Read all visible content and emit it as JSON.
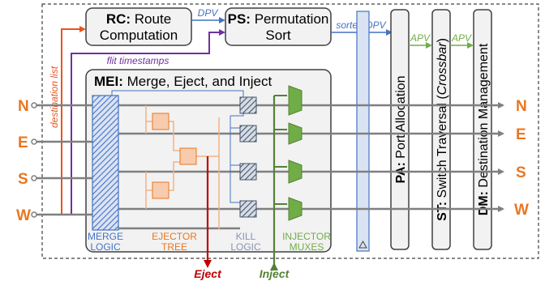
{
  "colors": {
    "port": "#e87722",
    "route": "#e8541e",
    "timestamp": "#7030a0",
    "dpv": "#4472c4",
    "apv": "#70ad47",
    "eject": "#c00000",
    "inject": "#548235",
    "wire": "#7f7f7f",
    "merge": "#4472c4",
    "ejector": "#f4b183",
    "kill": "#8497b0"
  },
  "ports": {
    "left": [
      "N",
      "E",
      "S",
      "W"
    ],
    "right": [
      "N",
      "E",
      "S",
      "W"
    ]
  },
  "rc": {
    "bold": "RC:",
    "line1": "Route",
    "line2": "Computation"
  },
  "ps": {
    "bold": "PS:",
    "line1": "Permutation",
    "line2": "Sort"
  },
  "mei": {
    "bold": "MEI:",
    "rest": "Merge, Eject, and Inject"
  },
  "labels": {
    "dpv": "DPV",
    "sorted_dpv": "sorted DPV",
    "apv1": "APV",
    "apv2": "APV",
    "destination_list": "destination list",
    "flit_timestamps": "flit timestamps",
    "eject": "Eject",
    "inject": "Inject"
  },
  "stages": {
    "merge": [
      "MERGE",
      "LOGIC"
    ],
    "ejector": [
      "EJECTOR",
      "TREE"
    ],
    "kill": [
      "KILL",
      "LOGIC"
    ],
    "injector": [
      "INJECTOR",
      "MUXES"
    ]
  },
  "pa": {
    "bold": "PA:",
    "rest": " Port Allocation"
  },
  "st": {
    "bold": "ST:",
    "rest1": " Switch Traversal (",
    "italic": "Crossbar",
    "rest2": ")"
  },
  "dm": {
    "bold": "DM:",
    "rest": " Destination Management"
  }
}
